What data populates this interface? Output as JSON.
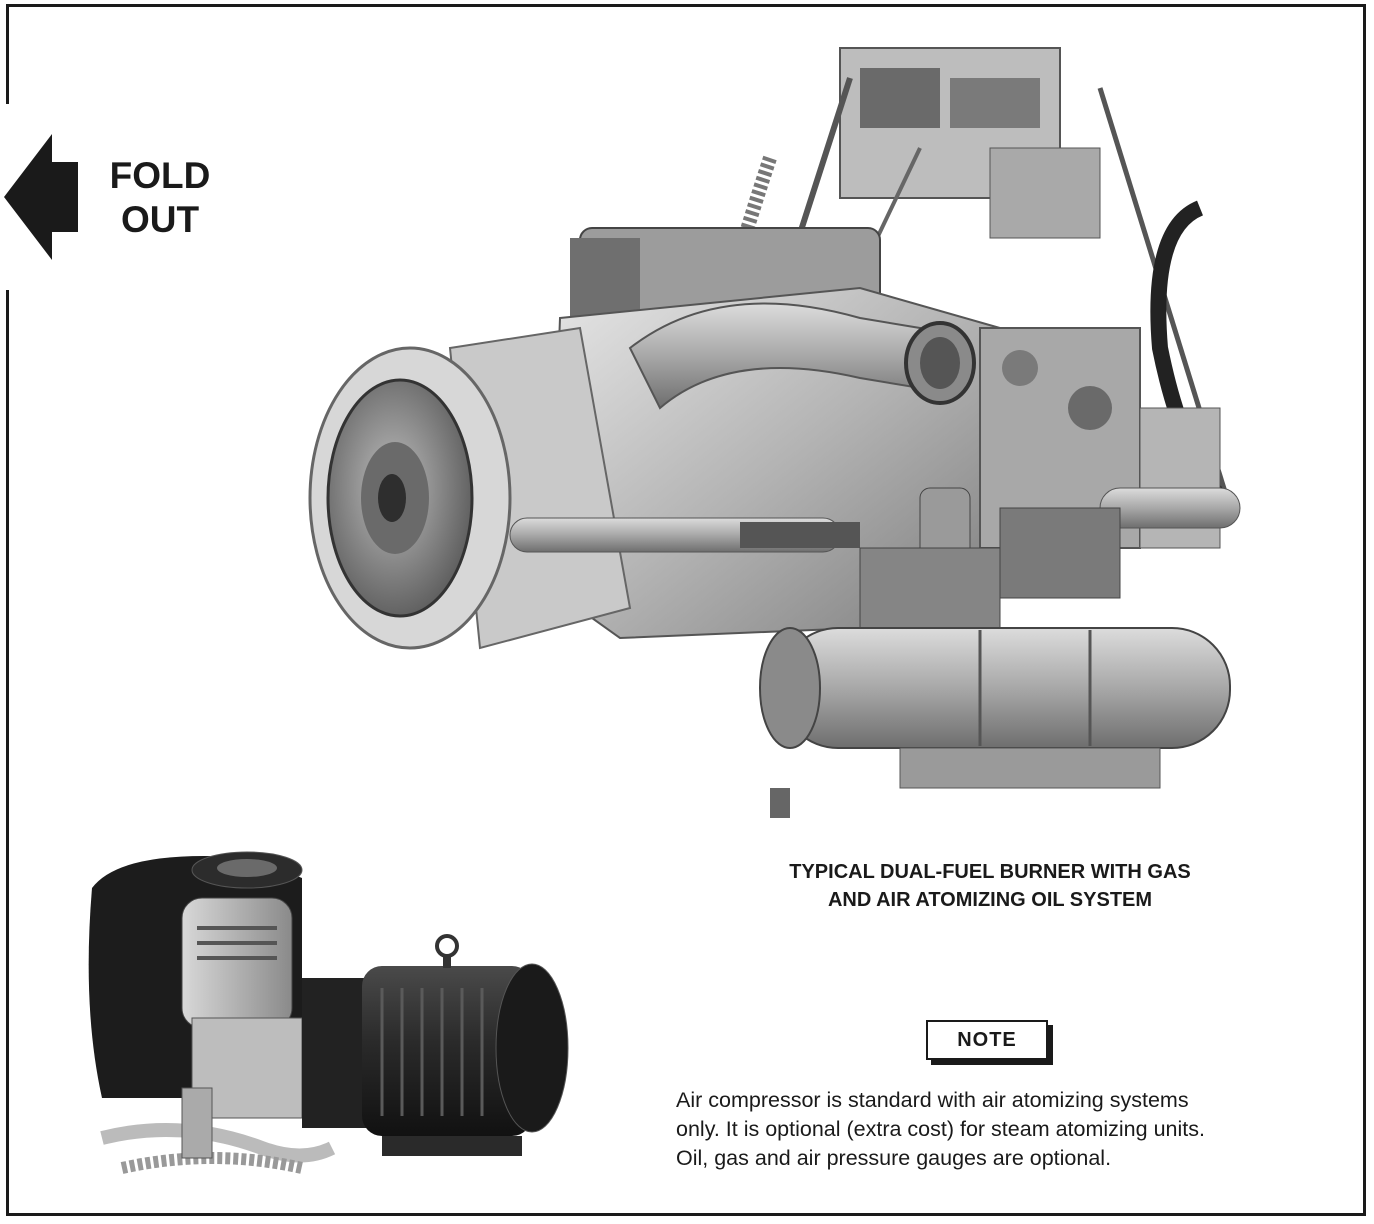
{
  "fold_marker": {
    "line1": "FOLD",
    "line2": "OUT",
    "icon": "arrow-left-icon"
  },
  "main_photo": {
    "icon": "dual-fuel-burner-photo"
  },
  "compressor_photo": {
    "icon": "air-compressor-photo"
  },
  "caption": {
    "line1": "TYPICAL DUAL-FUEL BURNER WITH GAS",
    "line2": "AND AIR ATOMIZING OIL SYSTEM"
  },
  "note": {
    "label": "NOTE",
    "lines": [
      "Air compressor is standard with air atomizing systems",
      "only. It is optional (extra cost) for steam atomizing units.",
      "Oil, gas and air pressure gauges are optional."
    ]
  },
  "colors": {
    "ink": "#1a1a1a",
    "photo_mid": "#9a9a9a",
    "photo_light": "#cfcfcf"
  }
}
